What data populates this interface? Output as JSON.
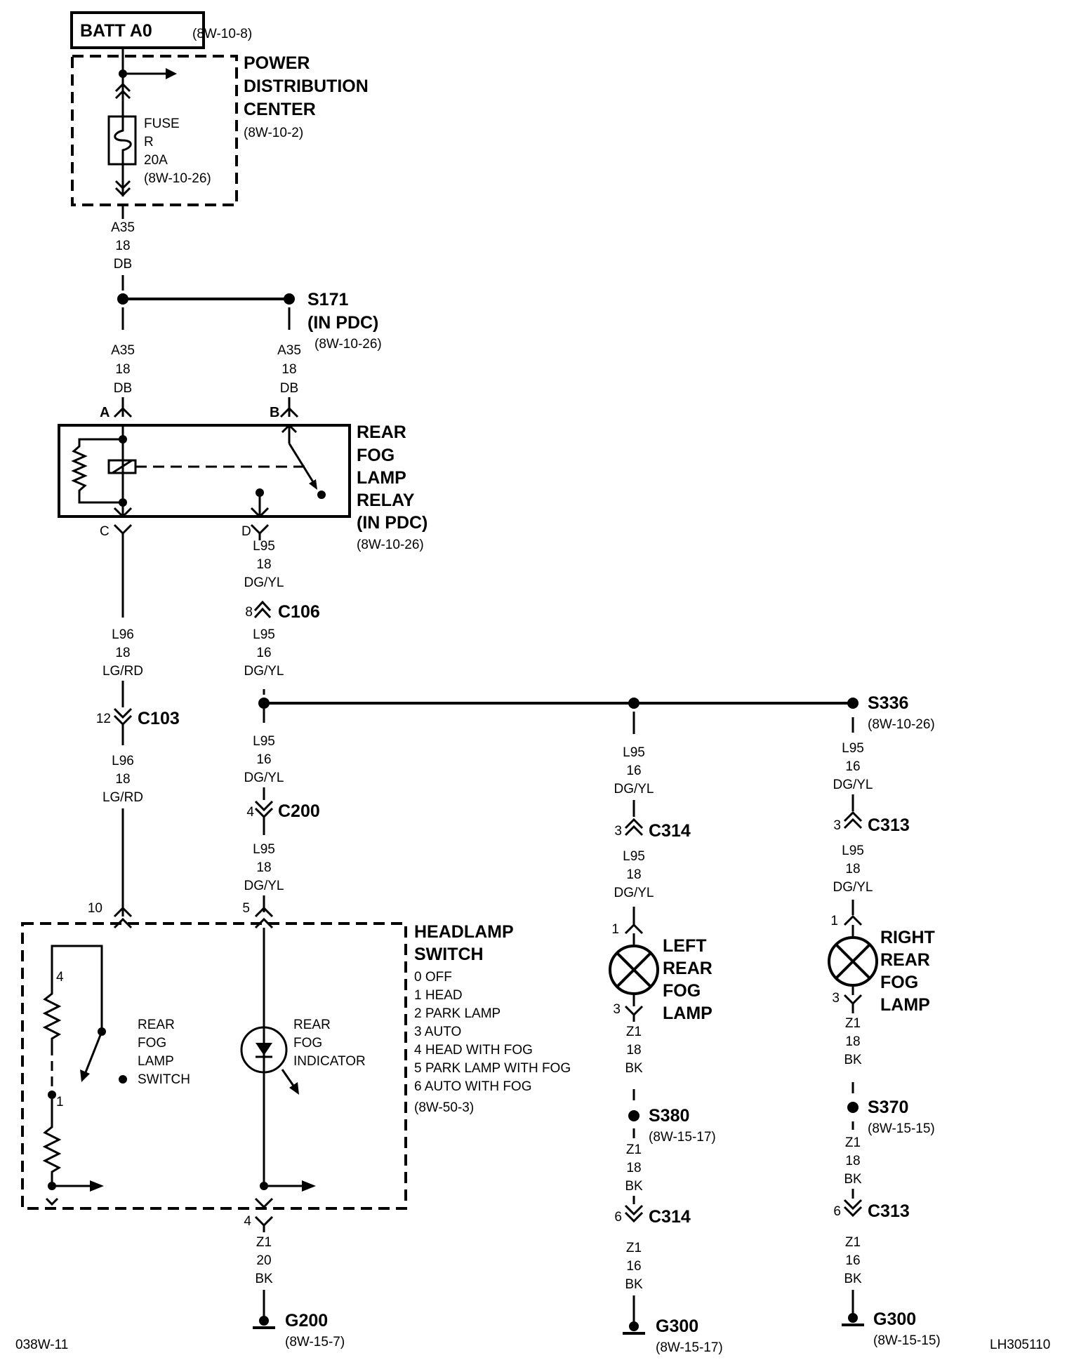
{
  "batt": {
    "label": "BATT A0",
    "ref": "(8W-10-8)"
  },
  "pdc": {
    "line1": "POWER",
    "line2": "DISTRIBUTION",
    "line3": "CENTER",
    "ref": "(8W-10-2)"
  },
  "fuse": {
    "l1": "FUSE",
    "l2": "R",
    "l3": "20A",
    "ref": "(8W-10-26)"
  },
  "wire_a35": {
    "code": "A35",
    "gauge": "18",
    "color": "DB"
  },
  "s171": {
    "label": "S171",
    "sub": "(IN PDC)",
    "ref": "(8W-10-26)"
  },
  "relay": {
    "line1": "REAR",
    "line2": "FOG",
    "line3": "LAMP",
    "line4": "RELAY",
    "line5": "(IN PDC)",
    "ref": "(8W-10-26)",
    "pin_a": "A",
    "pin_b": "B",
    "pin_c": "C",
    "pin_d": "D"
  },
  "wire_l95_18": {
    "code": "L95",
    "gauge": "18",
    "color": "DG/YL"
  },
  "wire_l95_16": {
    "code": "L95",
    "gauge": "16",
    "color": "DG/YL"
  },
  "wire_l96": {
    "code": "L96",
    "gauge": "18",
    "color": "LG/RD"
  },
  "c106": {
    "label": "C106",
    "pin": "8"
  },
  "c103": {
    "label": "C103",
    "pin": "12"
  },
  "c200": {
    "label": "C200",
    "pin": "4"
  },
  "s336": {
    "label": "S336",
    "ref": "(8W-10-26)"
  },
  "c314_top": {
    "label": "C314",
    "pin": "3"
  },
  "c313_top": {
    "label": "C313",
    "pin": "3"
  },
  "left_lamp": {
    "l1": "LEFT",
    "l2": "REAR",
    "l3": "FOG",
    "l4": "LAMP",
    "pin_top": "1",
    "pin_bot": "3"
  },
  "right_lamp": {
    "l1": "RIGHT",
    "l2": "REAR",
    "l3": "FOG",
    "l4": "LAMP",
    "pin_top": "1",
    "pin_bot": "3"
  },
  "wire_z1_18": {
    "code": "Z1",
    "gauge": "18",
    "color": "BK"
  },
  "wire_z1_16": {
    "code": "Z1",
    "gauge": "16",
    "color": "BK"
  },
  "wire_z1_20": {
    "code": "Z1",
    "gauge": "20",
    "color": "BK"
  },
  "s380": {
    "label": "S380",
    "ref": "(8W-15-17)"
  },
  "s370": {
    "label": "S370",
    "ref": "(8W-15-15)"
  },
  "c314_bot": {
    "label": "C314",
    "pin": "6"
  },
  "c313_bot": {
    "label": "C313",
    "pin": "6"
  },
  "g300_left": {
    "label": "G300",
    "ref": "(8W-15-17)"
  },
  "g300_right": {
    "label": "G300",
    "ref": "(8W-15-15)"
  },
  "g200": {
    "label": "G200",
    "ref": "(8W-15-7)"
  },
  "switch": {
    "title1": "HEADLAMP",
    "title2": "SWITCH",
    "positions": [
      "0 OFF",
      "1 HEAD",
      "2 PARK LAMP",
      "3 AUTO",
      "4 HEAD WITH FOG",
      "5 PARK LAMP WITH FOG",
      "6 AUTO WITH FOG"
    ],
    "ref": "(8W-50-3)",
    "pin_10": "10",
    "pin_5": "5",
    "pin_4": "4",
    "res_pos_4": "4",
    "res_pos_1": "1",
    "rfls": [
      "REAR",
      "FOG",
      "LAMP",
      "SWITCH"
    ],
    "rfi": [
      "REAR",
      "FOG",
      "INDICATOR"
    ]
  },
  "footer": {
    "left": "038W-11",
    "right": "LH305110"
  }
}
